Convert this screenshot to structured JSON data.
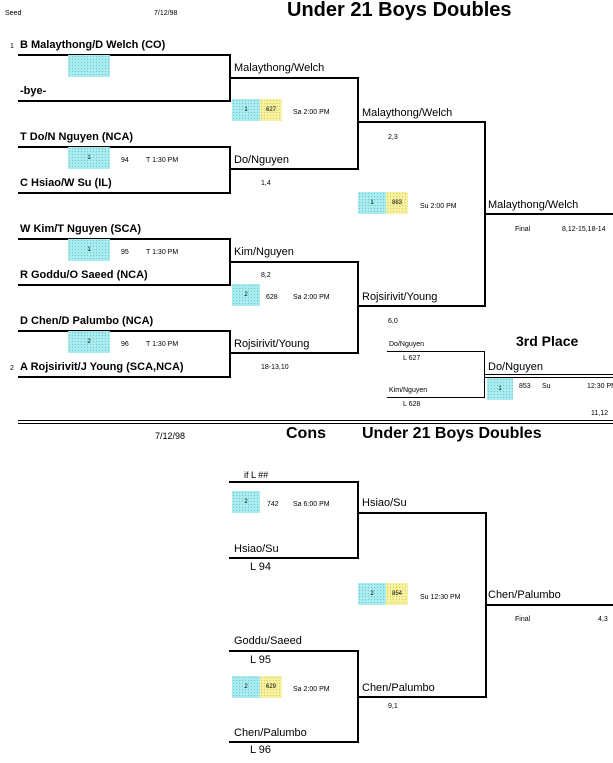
{
  "header": {
    "seed_label": "Seed",
    "date": "7/12/98",
    "title": "Under 21 Boys Doubles"
  },
  "main": {
    "seed1": "1",
    "seed2": "2",
    "r1": [
      "B Malaythong/D Welch (CO)",
      "-bye-",
      "T Do/N Nguyen (NCA)",
      "C Hsiao/W Su (IL)",
      "W Kim/T Nguyen (SCA)",
      "R Goddu/O Saeed (NCA)",
      "D Chen/D Palumbo (NCA)",
      "A Rojsirivit/J Young (SCA,NCA)"
    ],
    "r2": [
      "Malaythong/Welch",
      "Do/Nguyen",
      "Kim/Nguyen",
      "Rojsirivit/Young"
    ],
    "r3": [
      "Malaythong/Welch",
      "Rojsirivit/Young"
    ],
    "final_winner": "Malaythong/Welch",
    "scores": {
      "r2_1": "1,4",
      "r2_3": "8,2",
      "r2_4": "18-13,10",
      "r3_1": "2,3",
      "r3_2": "6,0",
      "final_label": "Final",
      "final": "8,12-15,18-14"
    },
    "matches": {
      "m94": {
        "court": "1",
        "num": "94",
        "time": "T 1:30 PM"
      },
      "m95": {
        "court": "1",
        "num": "95",
        "time": "T 1:30 PM"
      },
      "m96": {
        "court": "2",
        "num": "96",
        "time": "T 1:30 PM"
      },
      "m627": {
        "court": "1",
        "num": "627",
        "time": "Sa 2:00 PM"
      },
      "m628": {
        "court": "2",
        "num": "628",
        "time": "Sa 2:00 PM"
      },
      "m883": {
        "court": "1",
        "num": "883",
        "time": "Su 2:00 PM"
      }
    }
  },
  "third": {
    "title": "3rd Place",
    "p1": "Do/Nguyen",
    "p1_loss": "L 627",
    "p2": "Kim/Nguyen",
    "p2_loss": "L 628",
    "winner": "Do/Nguyen",
    "court": "1",
    "num": "853",
    "time": "Su 12:30 PM",
    "score": "11,12"
  },
  "cons": {
    "date": "7/12/98",
    "title_cons": "Cons",
    "title": "Under 21 Boys Doubles",
    "top_label": "if L  ##",
    "p1": "Hsiao/Su",
    "p1_loss": "L 94",
    "p2": "Goddu/Saeed",
    "p2_loss": "L 95",
    "p3": "Chen/Palumbo",
    "p3_loss": "L 96",
    "r2": [
      "Hsiao/Su",
      "Chen/Palumbo"
    ],
    "r2_2_score": "9,1",
    "winner": "Chen/Palumbo",
    "final_label": "Final",
    "final_score": "4,3",
    "matches": {
      "m742": {
        "court": "2",
        "num": "742",
        "time": "Sa 6:00 PM"
      },
      "m629": {
        "court": "2",
        "num": "629",
        "time": "Sa 2:00 PM"
      },
      "m854": {
        "court": "2",
        "num": "854",
        "time": "Su 12:30 PM"
      }
    }
  }
}
